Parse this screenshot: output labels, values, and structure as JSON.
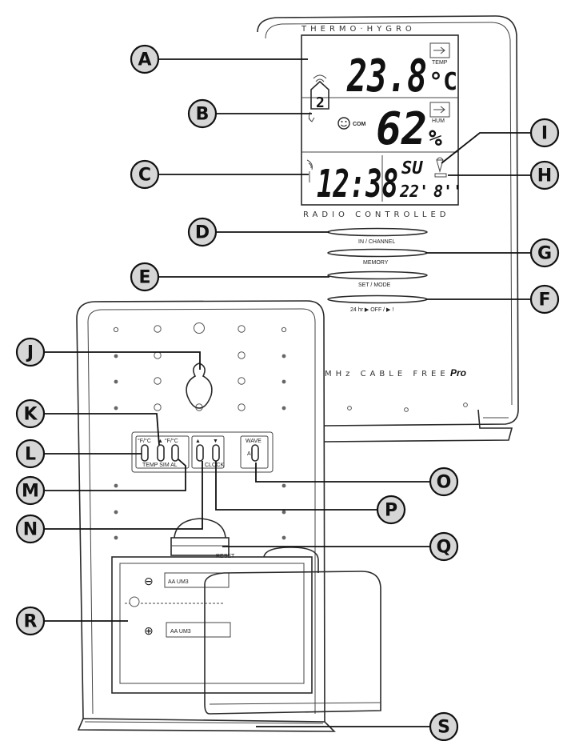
{
  "display": {
    "header": "THERMO·HYGRO",
    "temperature": "23.8",
    "temp_unit": "°C",
    "humidity": "62",
    "humidity_unit": "%",
    "comfort_label": "COM",
    "time": "12:38",
    "weekday": "SU",
    "seconds": "22'",
    "date": "8''",
    "footer": "RADIO CONTROLLED",
    "channel_digit": "2",
    "temp_tag": "TEMP",
    "hum_tag": "HUM"
  },
  "front_buttons": {
    "d": "IN / CHANNEL",
    "g": "MEMORY",
    "e": "SET / MODE",
    "f": "24 hr ▶ OFF / ▶ ! "
  },
  "brand": {
    "text": "MHz CABLE FREE",
    "pro": "Pro"
  },
  "rear_buttons": {
    "l_top": "°F/°C",
    "k_top": "▲ °F/°C",
    "m_bottom": "TEMP SIM AL",
    "n_top": "▲",
    "p_top": "▼",
    "np_bottom": "CLOCK",
    "o_top": "WAVE",
    "o_mid": "A"
  },
  "battery": {
    "cell1": "AA  UM3",
    "cell2": "AA  UM3",
    "minus": "⊖",
    "plus": "⊕",
    "reset": "RESET"
  },
  "callouts": [
    "A",
    "B",
    "C",
    "D",
    "E",
    "F",
    "G",
    "H",
    "I",
    "J",
    "K",
    "L",
    "M",
    "N",
    "O",
    "P",
    "Q",
    "R",
    "S"
  ]
}
